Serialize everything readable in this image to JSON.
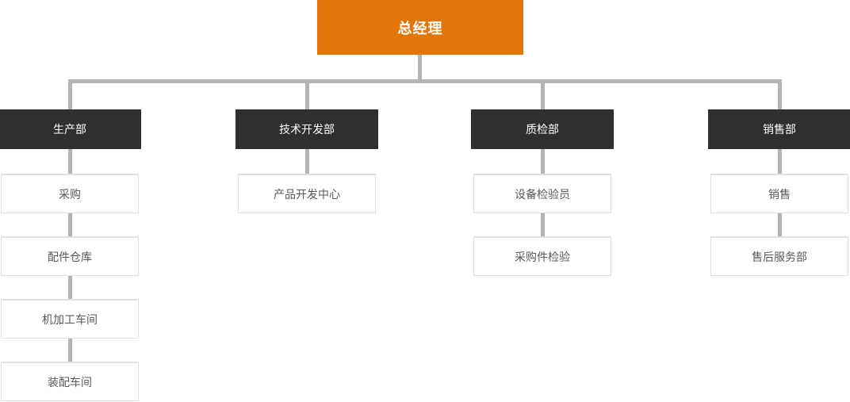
{
  "org_chart": {
    "root": {
      "label": "总经理"
    },
    "departments": [
      {
        "label": "生产部",
        "children": [
          {
            "label": "采购"
          },
          {
            "label": "配件仓库"
          },
          {
            "label": "机加工车间"
          },
          {
            "label": "装配车间"
          }
        ]
      },
      {
        "label": "技术开发部",
        "children": [
          {
            "label": "产品开发中心"
          }
        ]
      },
      {
        "label": "质检部",
        "children": [
          {
            "label": "设备检验员"
          },
          {
            "label": "采购件检验"
          }
        ]
      },
      {
        "label": "销售部",
        "children": [
          {
            "label": "销售"
          },
          {
            "label": "售后服务部"
          }
        ]
      }
    ],
    "colors": {
      "root_bg": "#E2760B",
      "root_text": "#FFFFFF",
      "dept_bg": "#2F2F2F",
      "dept_text": "#FFFFFF",
      "connector": "#B3B3B3",
      "child_bg": "#FFFFFF",
      "child_border": "#DFDFDF",
      "child_text": "#595959"
    }
  }
}
